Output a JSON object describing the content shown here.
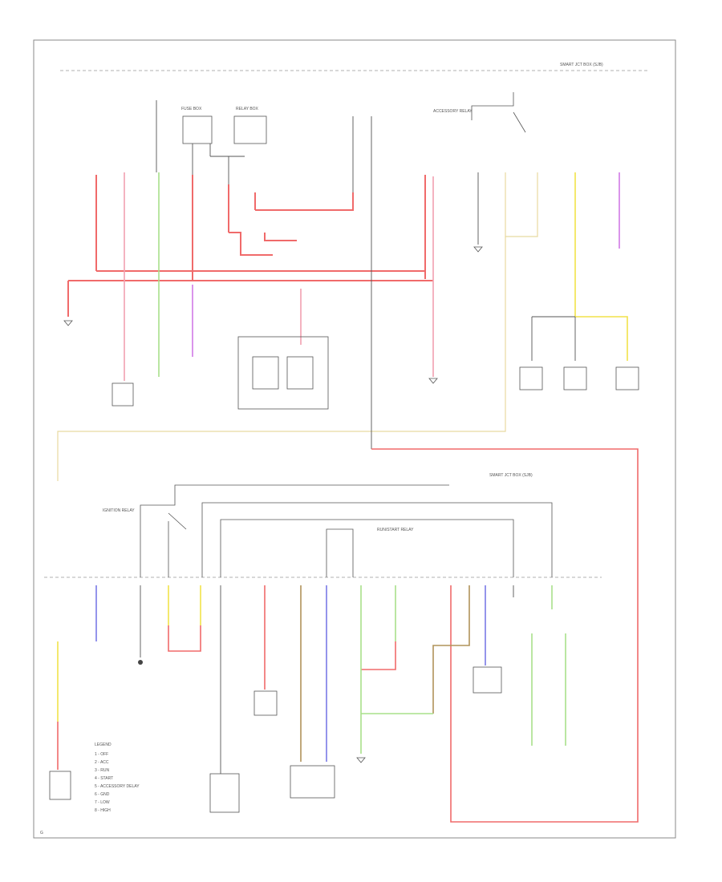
{
  "colors": {
    "red": "#f06a6a",
    "pink": "#f2a0b0",
    "green": "#a8e08a",
    "yellow": "#f2e24a",
    "purple": "#d07ae6",
    "blue": "#7a7ae6",
    "brown": "#b0935a",
    "tan": "#e8d9a0",
    "black": "#444444",
    "white": "#cfcfcf",
    "frame": "#888888"
  },
  "labels": {
    "header_top": "SMART JCT BOX (SJB)",
    "header_bottom": "SMART JCT BOX (SJB)",
    "fuse_box": "FUSE BOX",
    "relay_box": "RELAY BOX",
    "accessory_relay": "ACCESSORY RELAY",
    "ignition_relay": "IGNITION RELAY",
    "run_start_relay": "RUN/START RELAY",
    "g": "G",
    "legend_title": "LEGEND"
  },
  "legend": [
    "1 - OFF",
    "2 - ACC",
    "3 - RUN",
    "4 - START",
    "5 - ACCESSORY DELAY",
    "6 - GND",
    "7 - LOW",
    "8 - HIGH"
  ]
}
